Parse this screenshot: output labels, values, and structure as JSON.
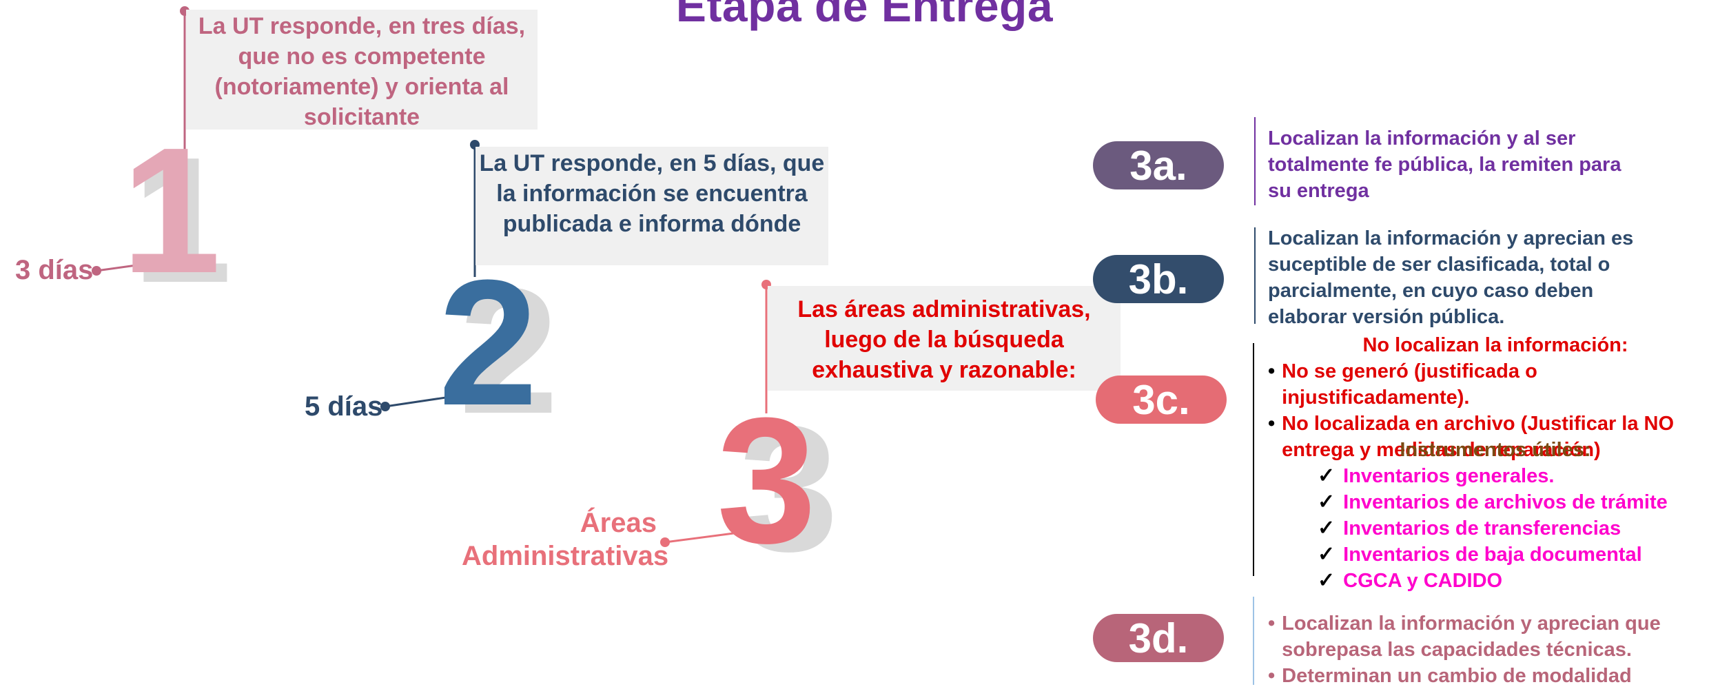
{
  "title": "Etapa de Entrega",
  "colors": {
    "step1": "#bf6580",
    "step2": "#2e4a6b",
    "step3": "#e8707a",
    "badge3a": "#6b5a7e",
    "badge3b": "#334d6c",
    "badge3c": "#e56c74",
    "badge3d": "#b86579",
    "purple": "#7030a0",
    "red": "#e00000",
    "magenta": "#ff00cc",
    "brown": "#7b4a12"
  },
  "steps": {
    "s1": {
      "number": "1",
      "days": "3 días",
      "text": "La UT responde, en tres días, que no es competente (notoriamente) y orienta al solicitante"
    },
    "s2": {
      "number": "2",
      "days": "5 días",
      "text": "La UT responde, en 5 días, que la información se encuentra publicada e informa dónde"
    },
    "s3": {
      "number": "3",
      "label_line1": "Áreas",
      "label_line2": "Administrativas",
      "text": "Las áreas administrativas, luego de la búsqueda exhaustiva y razonable:"
    }
  },
  "outcomes": {
    "a": {
      "badge": "3a.",
      "text": "Localizan la información y al ser totalmente fe pública, la remiten para su entrega"
    },
    "b": {
      "badge": "3b.",
      "text": "Localizan la información y aprecian es suceptible de ser clasificada, total o parcialmente, en cuyo caso deben elaborar versión pública."
    },
    "c": {
      "badge": "3c.",
      "heading": "No localizan la información:",
      "bullets": [
        "No se generó (justificada o injustificadamente).",
        "No localizada en archivo (Justificar la NO entrega y medidas de reparación)"
      ],
      "tools_heading": "Instrumentos útiles:",
      "tools": [
        "Inventarios generales.",
        "Inventarios de archivos de trámite",
        "Inventarios de transferencias",
        "Inventarios de baja documental",
        "CGCA y CADIDO"
      ]
    },
    "d": {
      "badge": "3d.",
      "bullets": [
        "Localizan la información y aprecian que sobrepasa las capacidades técnicas.",
        "Determinan un cambio de modalidad"
      ]
    }
  }
}
